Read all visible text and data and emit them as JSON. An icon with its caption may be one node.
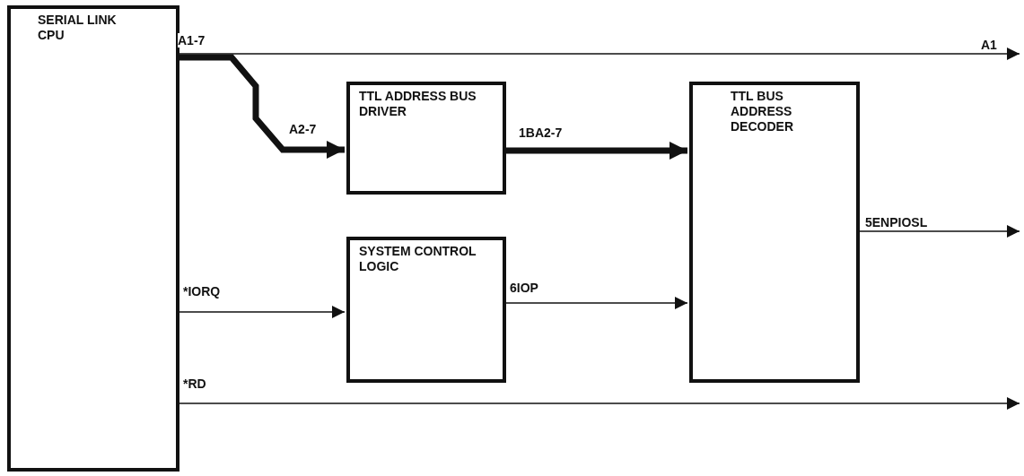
{
  "diagram": {
    "nodes": [
      {
        "text": [
          "SERIAL LINK CPU"
        ]
      },
      {
        "text": [
          "TTL ADDRESS BUS DRIVER"
        ]
      },
      {
        "text": [
          "SYSTEM CONTROL LOGIC"
        ]
      },
      {
        "text": [
          "TTL BUS ADDRESS DECODER"
        ]
      }
    ],
    "edges": [
      {
        "from": 0,
        "to": null,
        "arrow": "to",
        "label": "A1"
      },
      {
        "from": 0,
        "to": 1,
        "arrow": "to",
        "label": "A2-7",
        "style": "thick"
      },
      {
        "from": 1,
        "to": 3,
        "arrow": "to",
        "label": "1BA2-7",
        "style": "thick"
      },
      {
        "from": 0,
        "to": 2,
        "arrow": "to",
        "label": "*IORQ"
      },
      {
        "from": 2,
        "to": 3,
        "arrow": "to",
        "label": "6IOP"
      },
      {
        "from": 3,
        "to": null,
        "arrow": "to",
        "label": "5ENPIOSL"
      },
      {
        "from": 0,
        "to": null,
        "arrow": "to",
        "label": "*RD"
      }
    ],
    "labels": [
      "A1-7"
    ]
  }
}
